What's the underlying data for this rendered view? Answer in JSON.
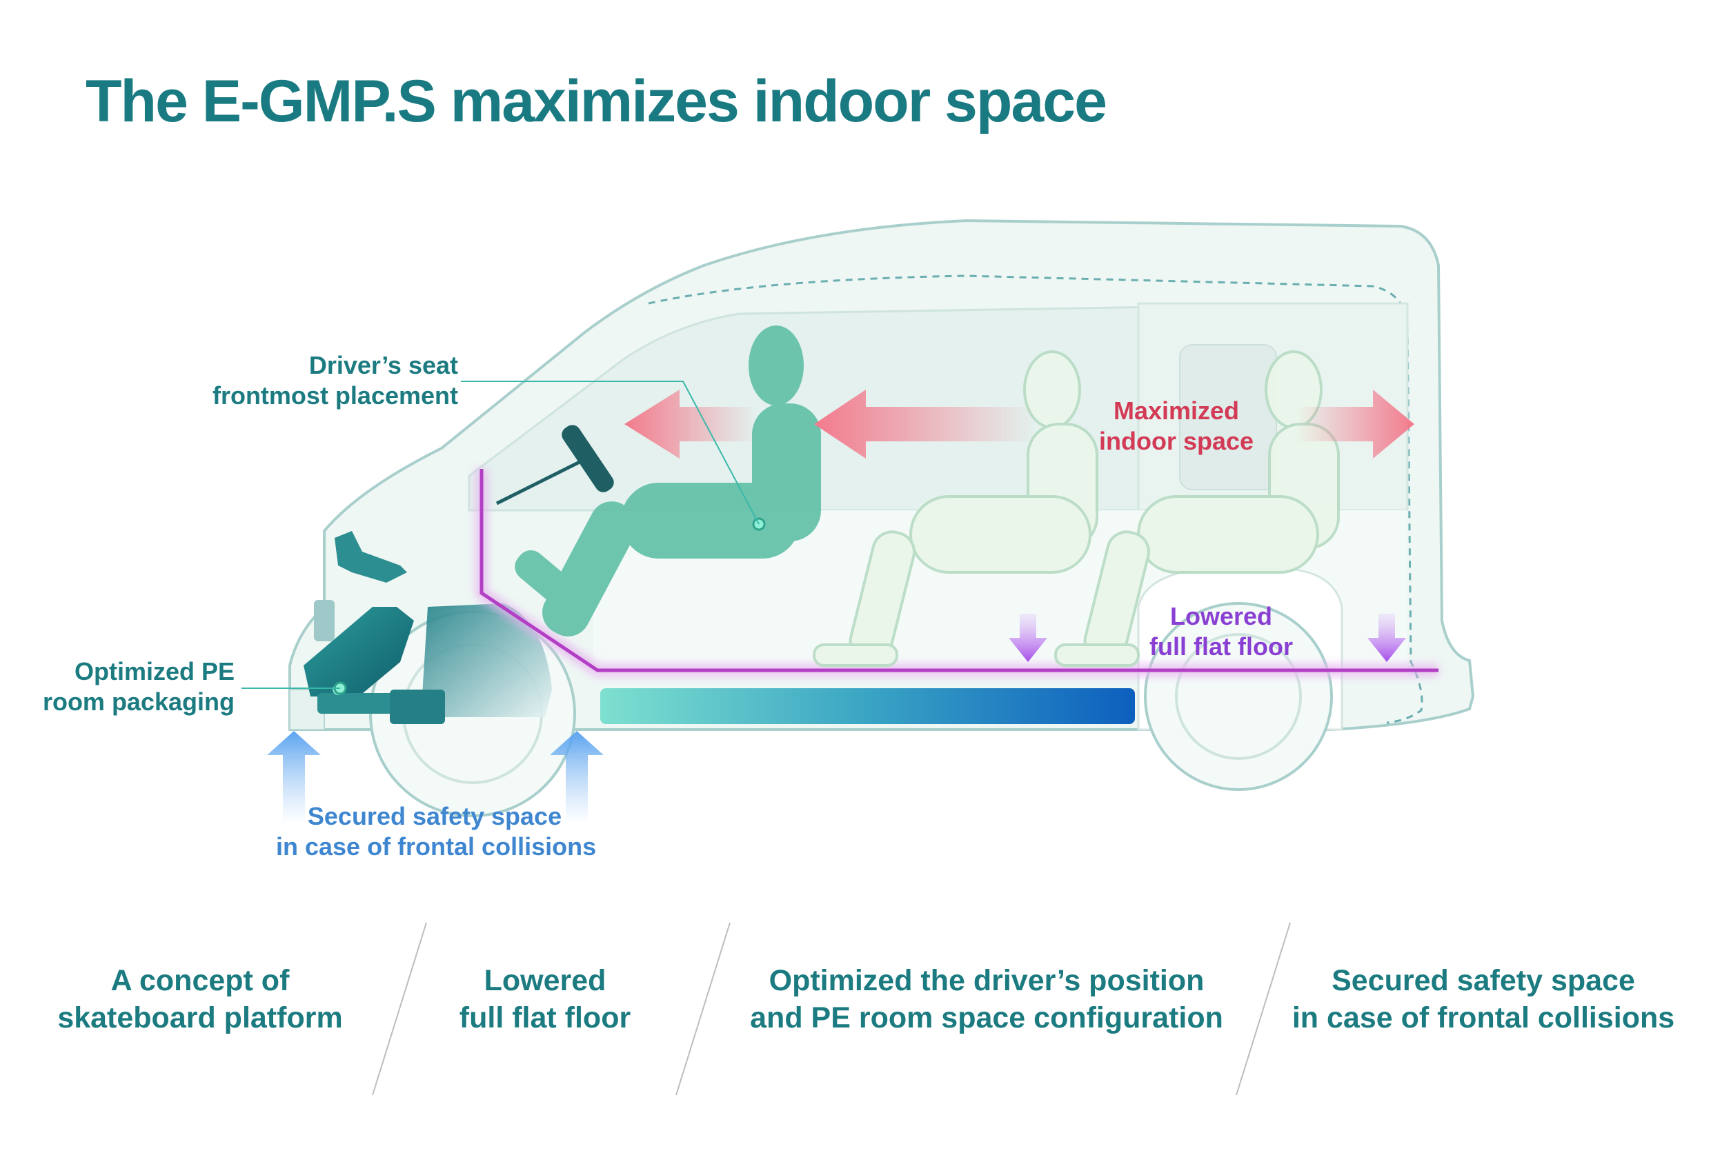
{
  "title": "The E-GMP.S maximizes indoor space",
  "colors": {
    "title_teal": "#1a7a82",
    "indoor_space_red": "#d23a55",
    "floor_purple": "#8a3fd3",
    "safety_blue": "#3f86d0"
  },
  "callouts": {
    "driver_seat": [
      "Driver’s seat",
      "frontmost placement"
    ],
    "indoor_space": [
      "Maximized",
      "indoor space"
    ],
    "flat_floor": [
      "Lowered",
      "full flat floor"
    ],
    "pe_room": [
      "Optimized PE",
      "room packaging"
    ],
    "safety_space": [
      "Secured safety space",
      "in case of frontal collisions"
    ]
  },
  "footer": [
    [
      "A concept of",
      "skateboard platform"
    ],
    [
      "Lowered",
      "full flat floor"
    ],
    [
      "Optimized the driver’s position",
      "and PE room space configuration"
    ],
    [
      "Secured safety space",
      "in case of frontal collisions"
    ]
  ]
}
